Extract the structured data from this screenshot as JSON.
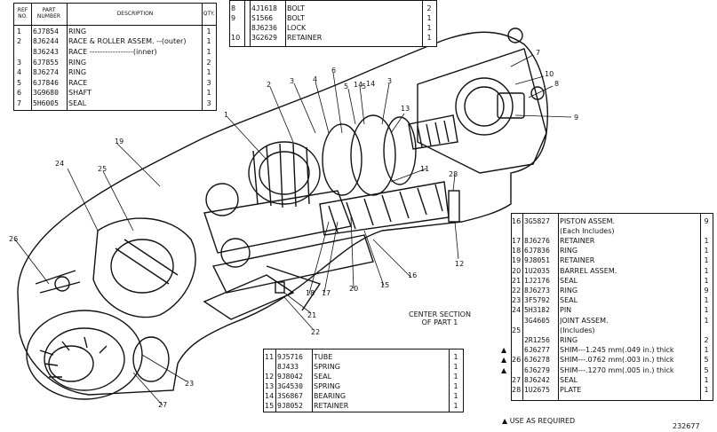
{
  "top_left_table": {
    "headers": {
      "ref": "REF NO.",
      "part": "PART NUMBER",
      "desc": "DESCRIPTION",
      "qty": "QTY."
    },
    "rows": [
      {
        "ref": "1",
        "part": "6J7854",
        "desc": "RING",
        "qty": "1"
      },
      {
        "ref": "2",
        "part": "8J6244",
        "desc": "RACE & ROLLER ASSEM. --(outer)",
        "qty": "1"
      },
      {
        "ref": "",
        "part": "8J6243",
        "desc": "RACE -----------------(inner)",
        "qty": "1"
      },
      {
        "ref": "3",
        "part": "6J7855",
        "desc": "RING",
        "qty": "2"
      },
      {
        "ref": "4",
        "part": "8J6274",
        "desc": "RING",
        "qty": "1"
      },
      {
        "ref": "5",
        "part": "6J7846",
        "desc": "RACE",
        "qty": "3"
      },
      {
        "ref": "6",
        "part": "3G9680",
        "desc": "SHAFT",
        "qty": "1"
      },
      {
        "ref": "7",
        "part": "5H6005",
        "desc": "SEAL",
        "qty": "3"
      }
    ]
  },
  "top_mid_table": {
    "rows": [
      {
        "ref": "8",
        "part": "4J1618",
        "desc": "BOLT",
        "qty": "2"
      },
      {
        "ref": "9",
        "part": "S1566",
        "desc": "BOLT",
        "qty": "1"
      },
      {
        "ref": "",
        "part": "8J6236",
        "desc": "LOCK",
        "qty": "1"
      },
      {
        "ref": "10",
        "part": "3G2629",
        "desc": "RETAINER",
        "qty": "1"
      }
    ]
  },
  "bottom_mid_table": {
    "rows": [
      {
        "ref": "11",
        "part": "9J5716",
        "desc": "TUBE",
        "qty": "1"
      },
      {
        "ref": "",
        "part": "8J433",
        "desc": "SPRING",
        "qty": "1"
      },
      {
        "ref": "12",
        "part": "9J8042",
        "desc": "SEAL",
        "qty": "1"
      },
      {
        "ref": "13",
        "part": "3G4530",
        "desc": "SPRING",
        "qty": "1"
      },
      {
        "ref": "14",
        "part": "3S6867",
        "desc": "BEARING",
        "qty": "1"
      },
      {
        "ref": "15",
        "part": "9J8052",
        "desc": "RETAINER",
        "qty": "1"
      }
    ]
  },
  "right_table": {
    "rows": [
      {
        "ref": "16",
        "part": "3G5827",
        "desc": "PISTON ASSEM.",
        "qty": "9",
        "mark": ""
      },
      {
        "ref": "",
        "part": "",
        "desc": "(Each Includes)",
        "qty": "",
        "mark": ""
      },
      {
        "ref": "17",
        "part": "8J6276",
        "desc": "RETAINER",
        "qty": "1",
        "mark": ""
      },
      {
        "ref": "18",
        "part": "6J7836",
        "desc": "RING",
        "qty": "1",
        "mark": ""
      },
      {
        "ref": "19",
        "part": "9J8051",
        "desc": "RETAINER",
        "qty": "1",
        "mark": ""
      },
      {
        "ref": "20",
        "part": "1U2035",
        "desc": "BARREL ASSEM.",
        "qty": "1",
        "mark": ""
      },
      {
        "ref": "21",
        "part": "1J2176",
        "desc": "SEAL",
        "qty": "1",
        "mark": ""
      },
      {
        "ref": "22",
        "part": "8J6273",
        "desc": "RING",
        "qty": "9",
        "mark": ""
      },
      {
        "ref": "23",
        "part": "3F5792",
        "desc": "SEAL",
        "qty": "1",
        "mark": ""
      },
      {
        "ref": "24",
        "part": "5H3182",
        "desc": "PIN",
        "qty": "1",
        "mark": ""
      },
      {
        "ref": "",
        "part": "3G4605",
        "desc": "JOINT ASSEM.",
        "qty": "1",
        "mark": ""
      },
      {
        "ref": "25",
        "part": "",
        "desc": "(Includes)",
        "qty": "",
        "mark": ""
      },
      {
        "ref": "",
        "part": "2R1256",
        "desc": "RING",
        "qty": "2",
        "mark": ""
      },
      {
        "ref": "",
        "part": "6J6277",
        "desc": "SHIM---1.245 mm(.049 in.) thick",
        "qty": "1",
        "mark": "▲"
      },
      {
        "ref": "26",
        "part": "6J6278",
        "desc": "SHIM---.0762 mm(.003 in.) thick",
        "qty": "5",
        "mark": "▲"
      },
      {
        "ref": "",
        "part": "6J6279",
        "desc": "SHIM---.1270 mm(.005 in.) thick",
        "qty": "5",
        "mark": "▲"
      },
      {
        "ref": "27",
        "part": "8J6242",
        "desc": "SEAL",
        "qty": "1",
        "mark": ""
      },
      {
        "ref": "28",
        "part": "1U2675",
        "desc": "PLATE",
        "qty": "1",
        "mark": ""
      }
    ]
  },
  "caption": {
    "line1": "CENTER SECTION",
    "line2": "OF PART 1"
  },
  "footnote": "▲ USE AS REQUIRED",
  "figure_number": "232677",
  "callouts": [
    "1",
    "2",
    "3",
    "4",
    "5",
    "6",
    "3",
    "7",
    "10",
    "8",
    "9",
    "11",
    "12",
    "13",
    "14",
    "15",
    "16",
    "17",
    "18",
    "19",
    "20",
    "21",
    "22",
    "23",
    "24",
    "25",
    "26",
    "27",
    "28",
    "5",
    "14"
  ]
}
